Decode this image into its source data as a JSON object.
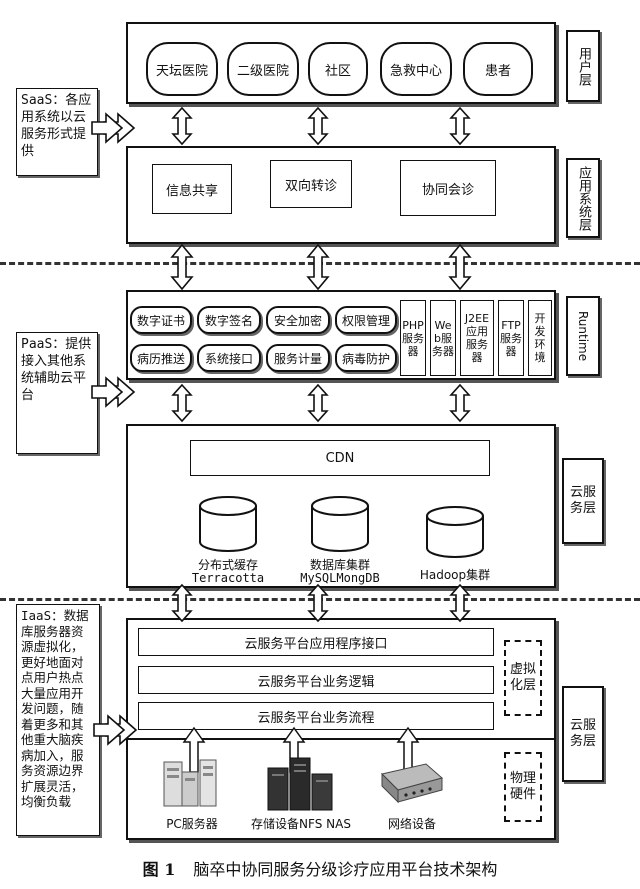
{
  "user_layer": {
    "side_label": "用户层",
    "users": [
      "天坛医院",
      "二级医院",
      "社区",
      "急救中心",
      "患者"
    ]
  },
  "app_layer": {
    "side_label": "应用系统层",
    "items": [
      "信息共享",
      "双向转诊",
      "协同会诊"
    ]
  },
  "saas_note": "SaaS：各应用系统以云服务形式提供",
  "runtime_layer": {
    "side_label": "Runtime",
    "row1": [
      "数字证书",
      "数字签名",
      "安全加密",
      "权限管理"
    ],
    "row2": [
      "病历推送",
      "系统接口",
      "服务计量",
      "病毒防护"
    ],
    "servers": [
      "PHP服务器",
      "Web服务器",
      "J2EE应用服务器",
      "FTP服务器",
      "开发环境"
    ]
  },
  "paas_note": "PaaS：提供接入其他系统辅助云平台",
  "cloud_service_layer": {
    "side_label": "云服务层",
    "cdn": "CDN",
    "databases": [
      {
        "line1": "分布式缓存",
        "line2": "Terracotta"
      },
      {
        "line1": "数据库集群",
        "line2": "MySQLMongDB"
      },
      {
        "line1": "Hadoop集群",
        "line2": ""
      }
    ]
  },
  "iaas_note": "IaaS：数据库服务器资源虚拟化，更好地面对点用户热点大量应用开发问题，随着更多和其他重大脑疾病加入，服务资源边界扩展灵活，均衡负载",
  "infra_layer": {
    "side_label": "云服务层",
    "bars": [
      "云服务平台应用程序接口",
      "云服务平台业务逻辑",
      "云服务平台业务流程"
    ],
    "virtual_label": "虚拟化层",
    "physical_label": "物理硬件",
    "devices": [
      "PC服务器",
      "存储设备NFS NAS",
      "网络设备"
    ]
  },
  "caption": {
    "number": "图 1",
    "text": "脑卒中协同服务分级诊疗应用平台技术架构"
  }
}
